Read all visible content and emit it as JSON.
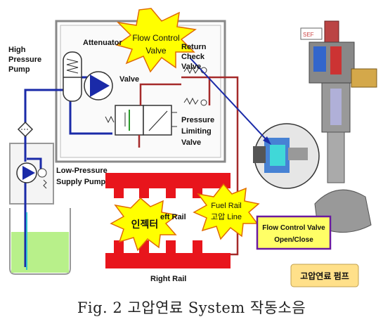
{
  "labels": {
    "high_pressure_pump": [
      "High",
      "Pressure",
      "Pump"
    ],
    "attenuator": "Attenuator",
    "flow_control_valve_burst": [
      "Flow Control",
      "Valve"
    ],
    "return_check_valve": [
      "Return",
      "Check",
      "Valve"
    ],
    "valve_fragment": "Valve",
    "pressure_limiting_valve": [
      "Pressure",
      "Limiting",
      "Valve"
    ],
    "low_pressure_supply_pump": [
      "Low-Pressure",
      "Supply Pump"
    ],
    "injector_burst": "인젝터",
    "left_rail_fragment": "eft Rail",
    "fuel_rail_burst": [
      "Fuel Rail",
      "고압 Line"
    ],
    "right_rail": "Right Rail",
    "flow_control_open_close": [
      "Flow Control Valve",
      "Open/Close"
    ],
    "high_pressure_pump_kr": "고압연료 펌프",
    "caption": "Fig. 2 고압연료 System 작동소음"
  },
  "colors": {
    "rail_red": "#e8151c",
    "burst_yellow": "#ffff00",
    "burst_stroke": "#e06a00",
    "line_blue": "#1a2aa8",
    "line_darkred": "#a52a2a",
    "tank_green": "#b8f08a",
    "callout_fill": "#ffff66",
    "callout_border": "#6a1aa0",
    "kr_box_fill": "#ffe08a"
  },
  "icons": {
    "pump": "pump-triangle-icon",
    "spring": "spring-icon",
    "filter": "filter-diamond-icon"
  }
}
